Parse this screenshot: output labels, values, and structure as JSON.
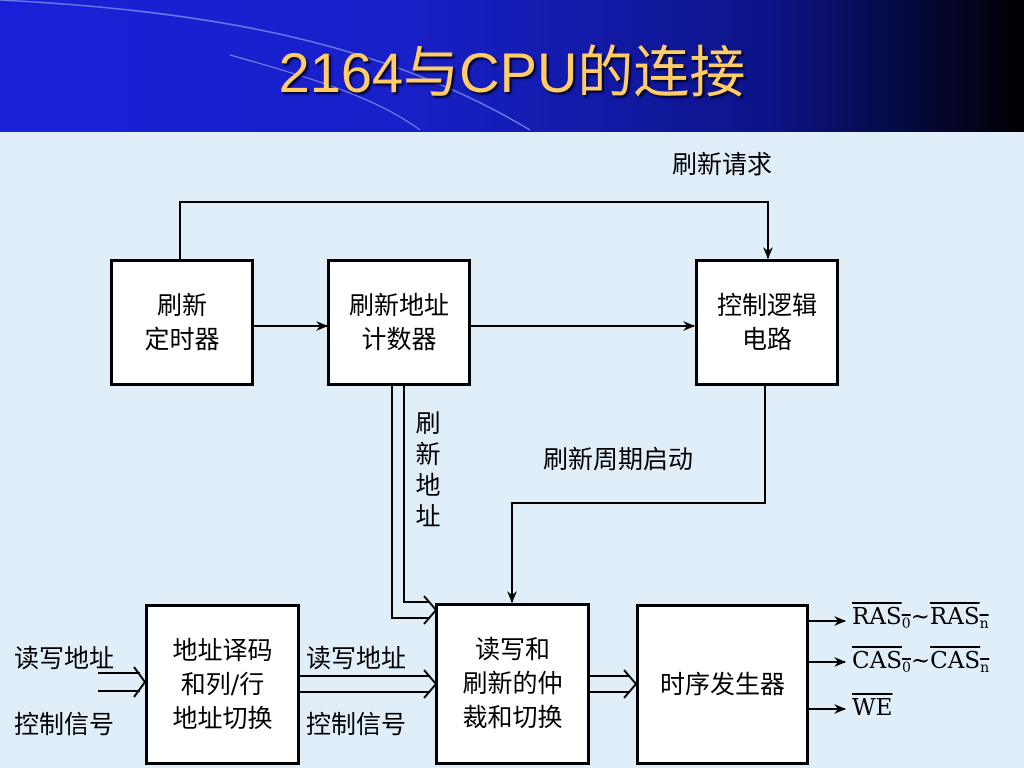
{
  "title": "2164与CPU的连接",
  "boxes": {
    "refresh_timer": [
      "刷新",
      "定时器"
    ],
    "addr_counter": [
      "刷新地址",
      "计数器"
    ],
    "control_logic": [
      "控制逻辑",
      "电路"
    ],
    "addr_decode": [
      "地址译码",
      "和列/行",
      "地址切换"
    ],
    "arbiter": [
      "读写和",
      "刷新的仲",
      "裁和切换"
    ],
    "timing": [
      "时序发生器"
    ]
  },
  "labels": {
    "refresh_request": "刷新请求",
    "refresh_address": "刷新地址",
    "refresh_cycle_start": "刷新周期启动",
    "rw_address_left": "读写地址",
    "control_signal_left": "控制信号",
    "rw_address_mid": "读写地址",
    "control_signal_mid": "控制信号"
  },
  "outputs": {
    "ras": {
      "sig": "RAS",
      "first": "0",
      "last": "n",
      "sep": "~"
    },
    "cas": {
      "sig": "CAS",
      "first": "0",
      "last": "n",
      "sep": "~"
    },
    "we": "WE"
  }
}
